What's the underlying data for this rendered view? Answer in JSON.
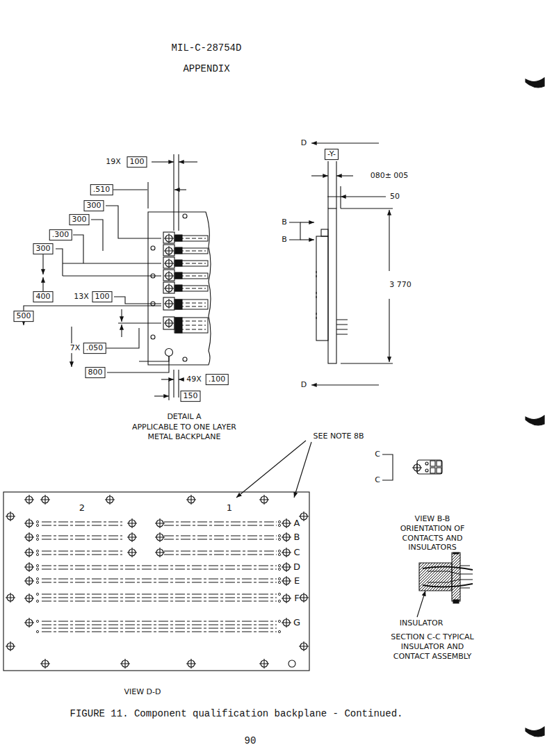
{
  "diagram": {
    "caption": "FIGURE 11. Component qualification backplane - Continued.",
    "labels": [
      "MIL-C-28754D",
      "APPENDIX",
      "19X",
      "100",
      ".510",
      "300",
      "300",
      ".300",
      "300",
      "400",
      "13X",
      "100",
      "500",
      "7X",
      ".050",
      "800",
      "49X",
      ".100",
      "150",
      "DETAIL A",
      "APPLICABLE TO ONE LAYER METAL BACKPLANE",
      "D",
      "-Y-",
      "080± 005",
      "50",
      "B",
      "B",
      "3 770",
      "D",
      "SEE NOTE 8B",
      "C",
      "C",
      "VIEW B-B ORIENTATION OF CONTACTS AND INSULATORS",
      "2",
      "1",
      "A",
      "B",
      "C",
      "D",
      "E",
      "F",
      "G",
      "INSULATOR",
      "SECTION C-C TYPICAL INSULATOR AND CONTACT ASSEMBLY",
      "VIEW D-D",
      "90"
    ]
  }
}
